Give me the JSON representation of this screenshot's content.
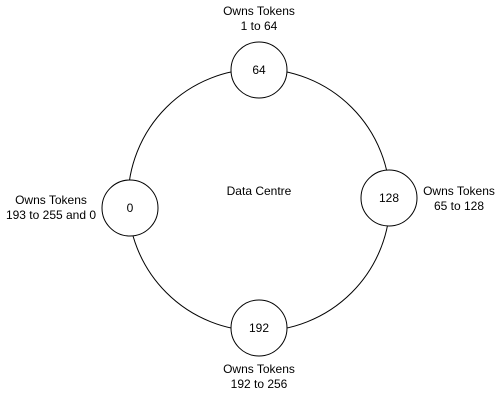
{
  "diagram": {
    "title": "Data Centre",
    "colors": {
      "stroke": "#000000",
      "fill": "#ffffff",
      "text": "#000000"
    },
    "nodes": [
      {
        "token": "64",
        "caption_line1": "Owns Tokens",
        "caption_line2": "1 to 64"
      },
      {
        "token": "128",
        "caption_line1": "Owns Tokens",
        "caption_line2": "65 to 128"
      },
      {
        "token": "192",
        "caption_line1": "Owns Tokens",
        "caption_line2": "192 to 256"
      },
      {
        "token": "0",
        "caption_line1": "Owns Tokens",
        "caption_line2": "193 to 255 and 0"
      }
    ]
  }
}
